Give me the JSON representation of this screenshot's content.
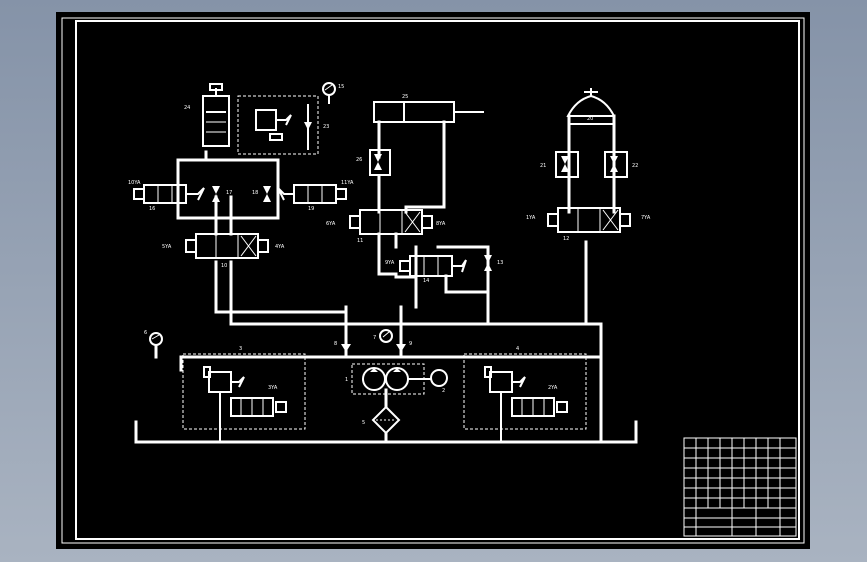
{
  "labels": {
    "pump": "1",
    "motor": "2",
    "relief_valve_left": "3",
    "relief_valve_right": "4",
    "filter": "5",
    "gauge_left": "6",
    "gauge_center": "7",
    "check_left": "8",
    "check_right": "9",
    "valve_10": "10",
    "valve_11": "11",
    "valve_12": "12",
    "throttle_13": "13",
    "valve_14": "14",
    "gauge_15": "15",
    "valve_16": "16",
    "throttle_17": "17",
    "throttle_18": "18",
    "valve_19": "19",
    "lock_20": "20",
    "lock_21": "21",
    "lock_22": "22",
    "accumulator_23": "23",
    "cylinder_24": "24",
    "cylinder_25": "25",
    "cylinder_26": "26",
    "sol_3ya_left": "3YA",
    "sol_4ya": "4YA",
    "sol_5ya": "5YA",
    "sol_6ya": "6YA",
    "sol_7ya": "7YA",
    "sol_8ya": "8YA",
    "sol_9ya": "9YA",
    "sol_10ya": "10YA",
    "sol_11ya": "11YA",
    "sol_1ya": "1YA",
    "sol_2ya": "2YA"
  },
  "colors": {
    "background": "#000000",
    "line": "#ffffff",
    "frame_outer": "#8593a8"
  }
}
